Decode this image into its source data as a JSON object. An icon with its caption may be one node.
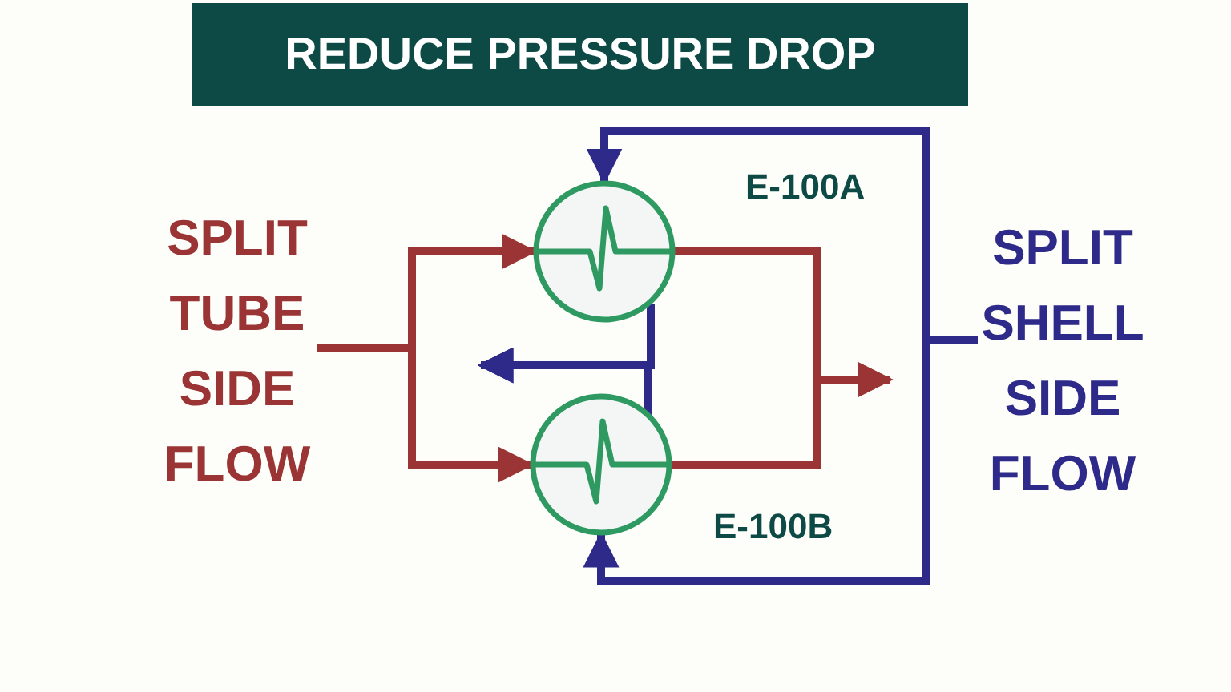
{
  "diagram": {
    "title": "REDUCE PRESSURE DROP",
    "nodes": [
      {
        "text": [
          "SPLIT TUBE SIDE FLOW"
        ]
      },
      {
        "text": [
          "SPLIT SHELL SIDE FLOW"
        ]
      },
      {
        "text": [
          "E-100A"
        ]
      },
      {
        "text": [
          "E-100B"
        ]
      }
    ],
    "edges": [
      {
        "from": 0,
        "to": 2,
        "arrow": "to"
      },
      {
        "from": 0,
        "to": 3,
        "arrow": "to"
      },
      {
        "from": 2,
        "to": null,
        "arrow": "to"
      },
      {
        "from": 3,
        "to": null,
        "arrow": "to"
      },
      {
        "from": 1,
        "to": 2,
        "arrow": "to",
        "color": "#2e2a8a"
      },
      {
        "from": 1,
        "to": 3,
        "arrow": "to",
        "color": "#2e2a8a"
      },
      {
        "from": 2,
        "to": null,
        "arrow": "to",
        "color": "#2e2a8a"
      },
      {
        "from": 3,
        "to": null,
        "arrow": "to",
        "color": "#2e2a8a"
      }
    ]
  }
}
